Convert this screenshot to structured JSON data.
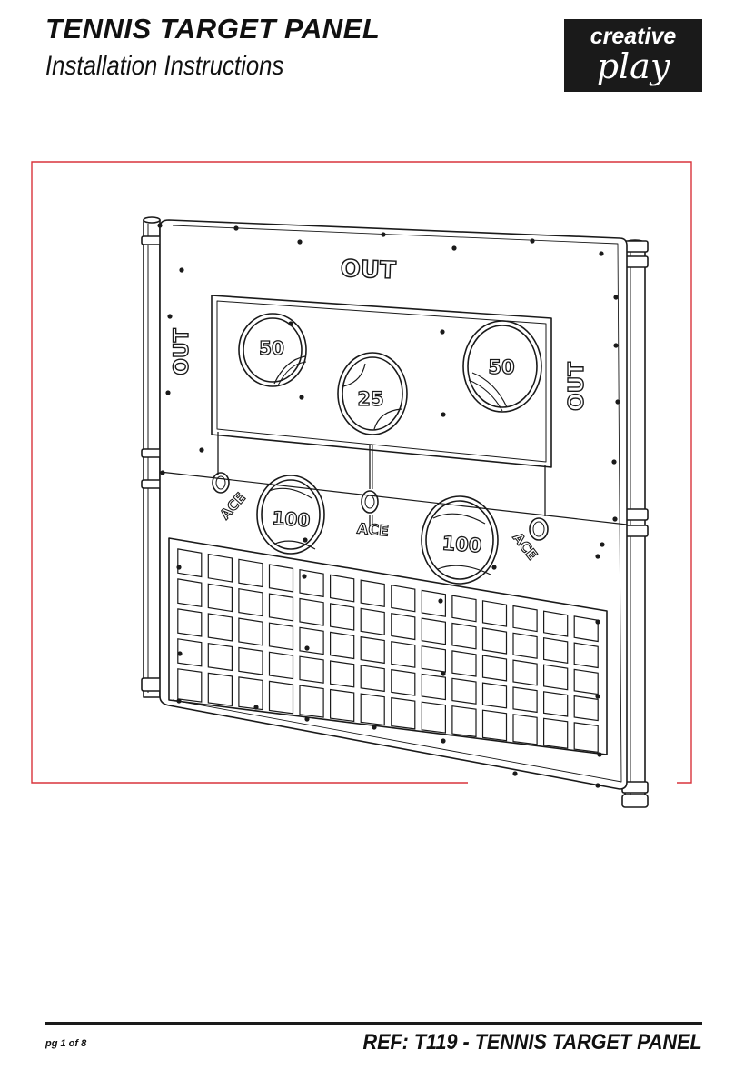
{
  "header": {
    "title": "TENNIS TARGET PANEL",
    "subtitle": "Installation Instructions"
  },
  "logo": {
    "line1": "creative",
    "line2": "play"
  },
  "illustration": {
    "out_top": "OUT",
    "out_left": "OUT",
    "out_right": "OUT",
    "target_50_left": "50",
    "target_25": "25",
    "target_50_right": "50",
    "target_100_left": "100",
    "target_100_right": "100",
    "ace_left": "ACE",
    "ace_center": "ACE",
    "ace_right": "ACE"
  },
  "footer": {
    "page": "pg 1 of 8",
    "reference": "REF: T119 - TENNIS TARGET PANEL"
  },
  "colors": {
    "frame_red": "#d8333b",
    "ink": "#1a1a1a",
    "logo_bg": "#1a1a1a"
  }
}
